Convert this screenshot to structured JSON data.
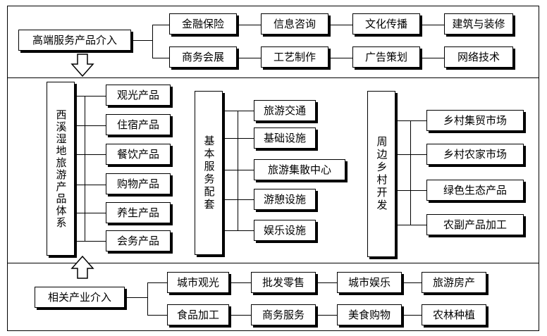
{
  "top": {
    "source": "高端服务产品介入",
    "row1": [
      "金融保险",
      "信息咨询",
      "文化传播",
      "建筑与装修"
    ],
    "row2": [
      "商务会展",
      "工艺制作",
      "广告策划",
      "网络技术"
    ]
  },
  "middle": {
    "system_title": "西溪湿地旅游产品体系",
    "system_items": [
      "观光产品",
      "住宿产品",
      "餐饮产品",
      "购物产品",
      "养生产品",
      "会务产品"
    ],
    "basic_title": "基本服务配套",
    "basic_items": [
      "旅游交通",
      "基础设施",
      "旅游集散中心",
      "游憩设施",
      "娱乐设施"
    ],
    "rural_title": "周边乡村开发",
    "rural_items": [
      "乡村集贸市场",
      "乡村农家市场",
      "绿色生态产品",
      "农副产品加工"
    ]
  },
  "bottom": {
    "source": "相关产业介入",
    "row1": [
      "城市观光",
      "批发零售",
      "城市娱乐",
      "旅游房产"
    ],
    "row2": [
      "食品加工",
      "商务服务",
      "美食购物",
      "农林种植"
    ]
  }
}
